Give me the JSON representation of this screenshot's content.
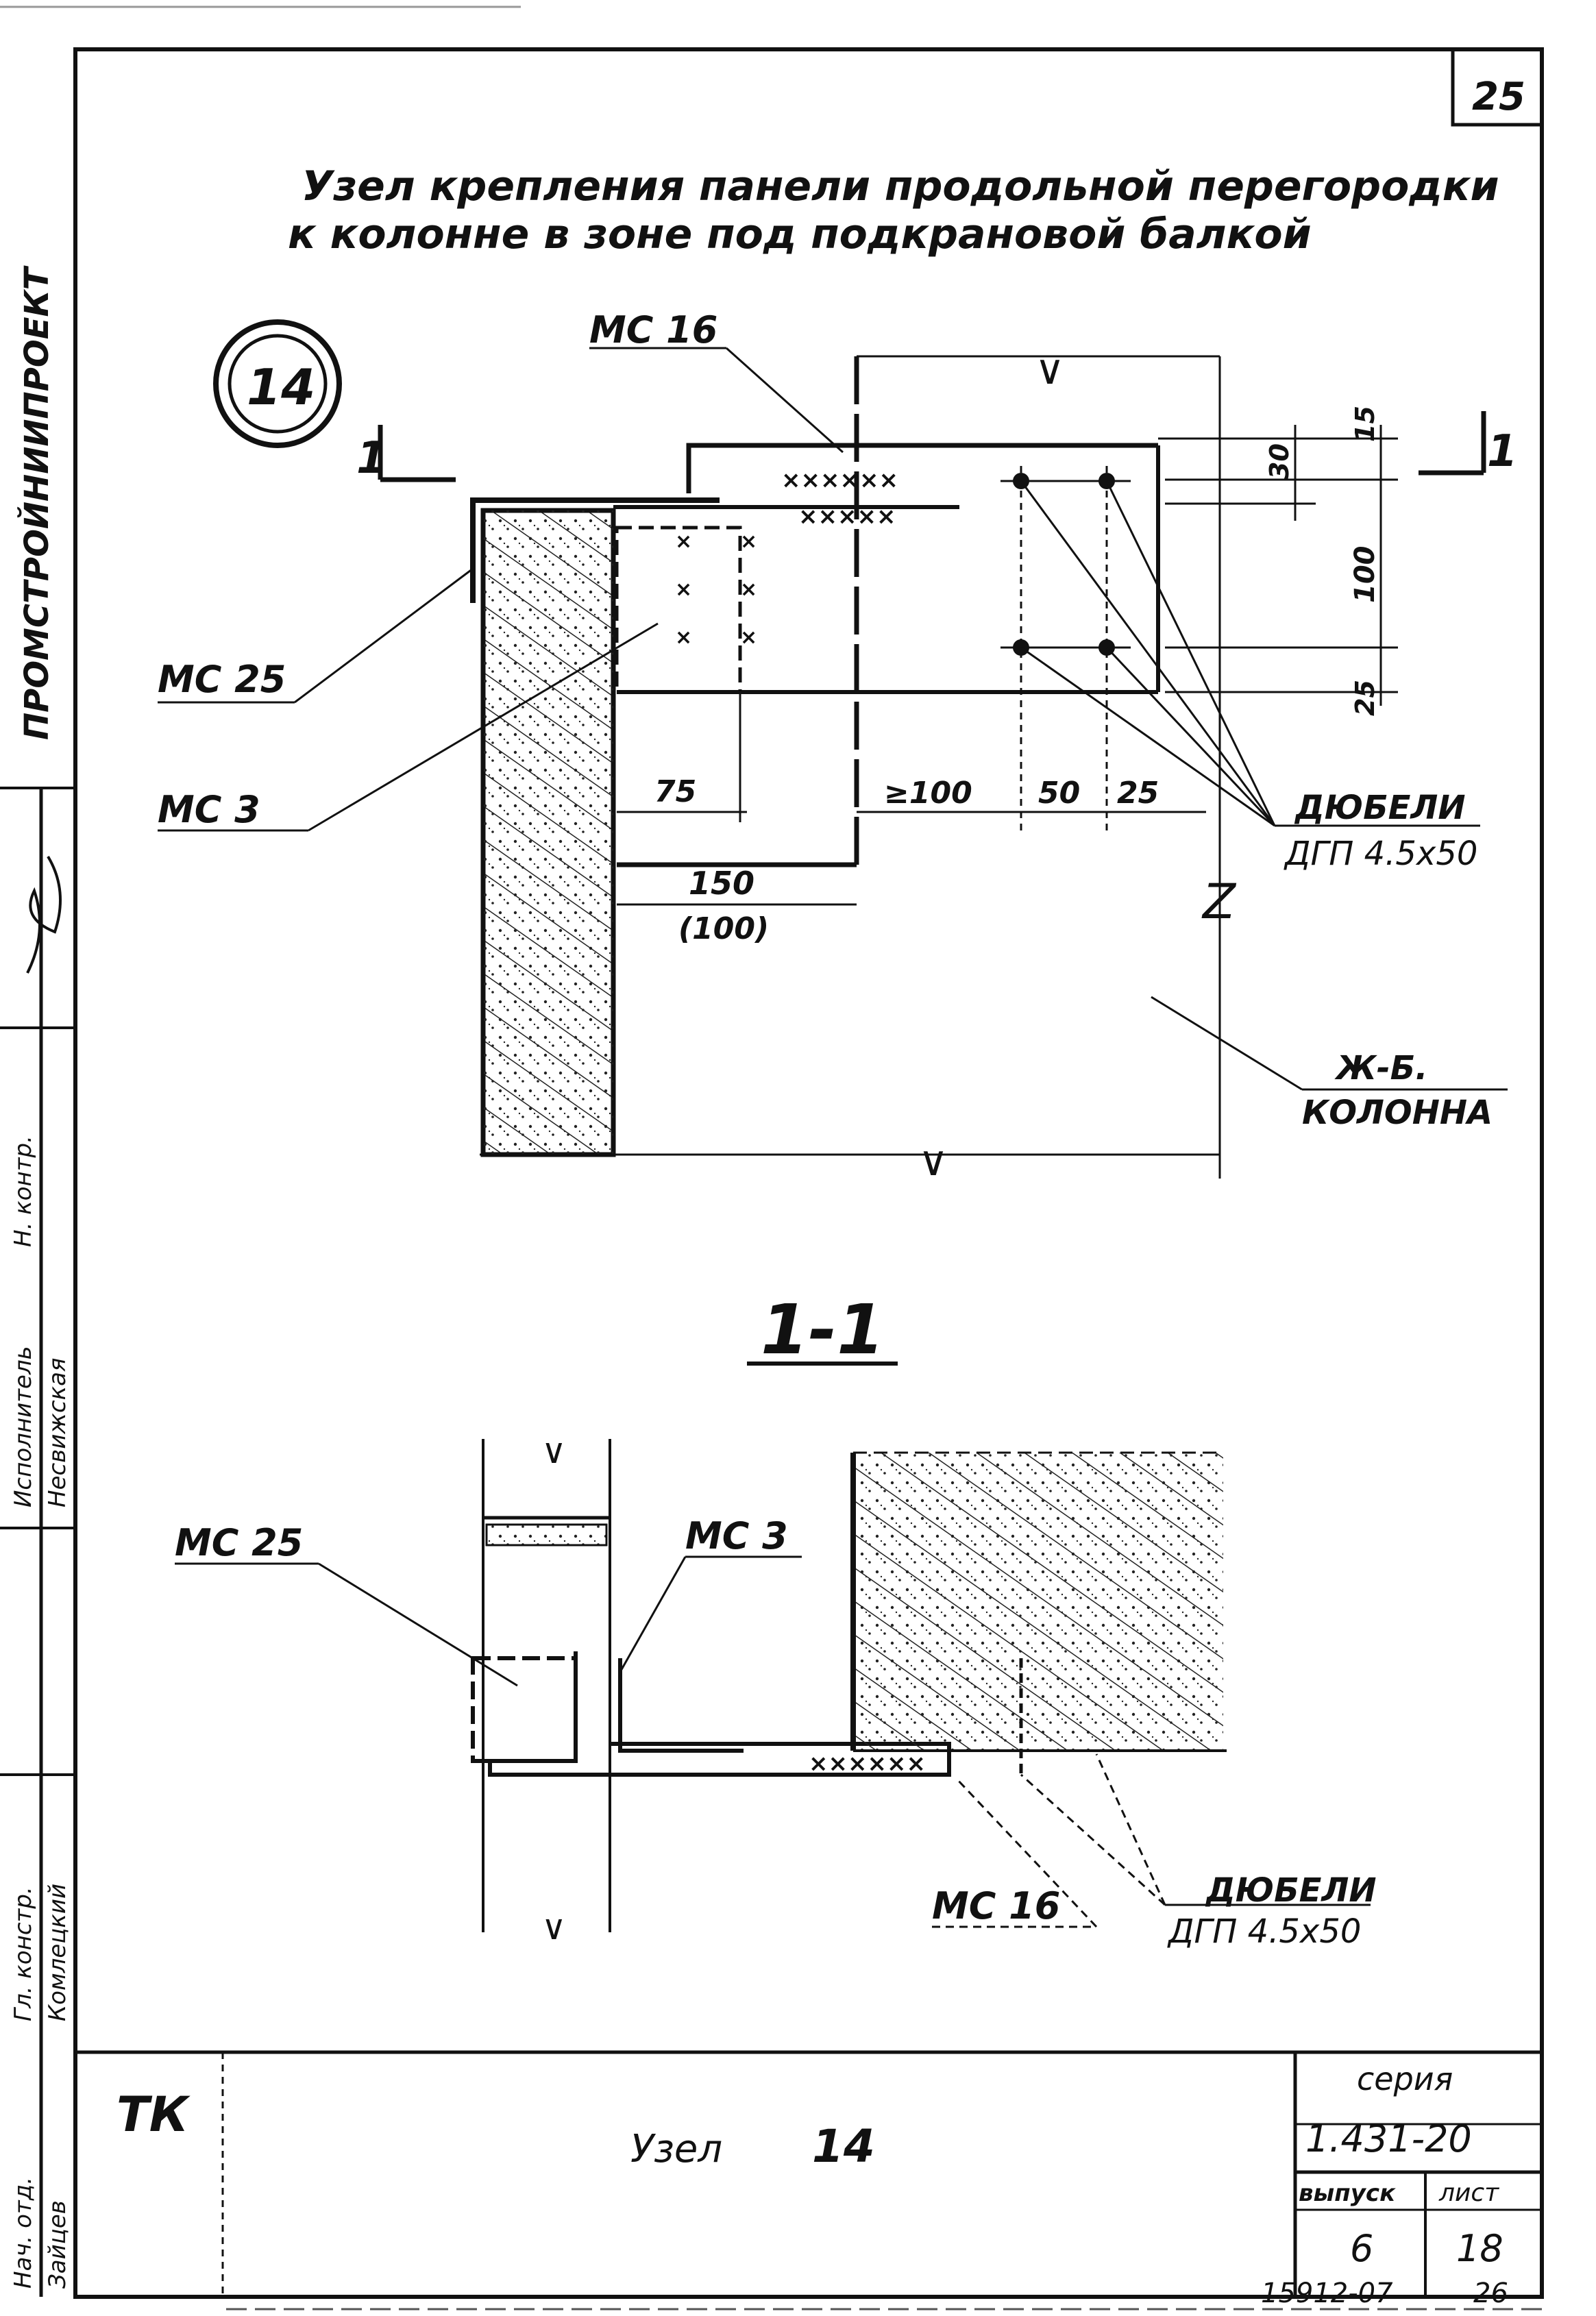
{
  "sheet_corner_number": "25",
  "title_line1": "Узел крепления панели продольной перегородки",
  "title_line2": "к колонне в зоне под подкрановой балкой",
  "node_number": "14",
  "section_mark": "1",
  "labels": {
    "mc16": "МС 16",
    "mc25": "МС 25",
    "mc3": "МС 3",
    "dowels_line1": "ДЮБЕЛИ",
    "dowels_line2": "ДГП 4.5х50",
    "column_line1": "Ж-Б.",
    "column_line2": "КОЛОННА"
  },
  "dimensions": {
    "d75": "75",
    "d150": "150",
    "d100_paren": "(100)",
    "d_ge100": "≥100",
    "d50": "50",
    "d25_h": "25",
    "d15": "15",
    "d30": "30",
    "d100_v": "100",
    "d25_v": "25"
  },
  "section_title": "1-1",
  "left_margin": {
    "org_name": "ПРОМСТРОЙНИИПРОЕКТ",
    "roles": [
      "Нач. отд.",
      "Гл. констр.",
      "Исполнитель",
      "Н. контр."
    ],
    "names": [
      "Комлецкий",
      "Несвижская",
      "Зайцев"
    ]
  },
  "stamp": {
    "node_label": "Узел",
    "node_number": "14",
    "series_label": "серия",
    "series_value": "1.431-20",
    "issue_label": "выпуск",
    "sheet_label": "лист",
    "issue_value": "6",
    "sheet_value": "18",
    "code": "15912-07",
    "page": "26",
    "logo_text": "ТК"
  }
}
